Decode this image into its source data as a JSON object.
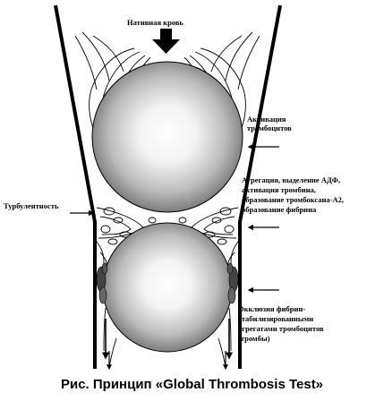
{
  "labels": {
    "native_blood": "Нативная кровь",
    "platelet_activation_line1": "Активация",
    "platelet_activation_line2": "тромбоцитов",
    "aggregation_line1": "Агрегация, выделение АДФ,",
    "aggregation_line2": "активация тромбина,",
    "aggregation_line3": "образование тромбоксана-А2,",
    "aggregation_line4": "образование фибрина",
    "turbulence": "Турбулентность",
    "occlusion_line1": "Окклюзия фибрин-",
    "occlusion_line2": "стабилизированными",
    "occlusion_line3": "агрегатами тромбоцитов",
    "occlusion_line4": "(тромбы)"
  },
  "caption": "Рис. Принцип «Global Thrombosis Test»",
  "icons": [
    "down-arrow-icon",
    "left-arrow-icon",
    "right-arrow-icon",
    "flow-arrow-icon"
  ],
  "colors": {
    "ink": "#000000",
    "ball_light": "#ffffff",
    "ball_dark": "#6e6e6e"
  }
}
